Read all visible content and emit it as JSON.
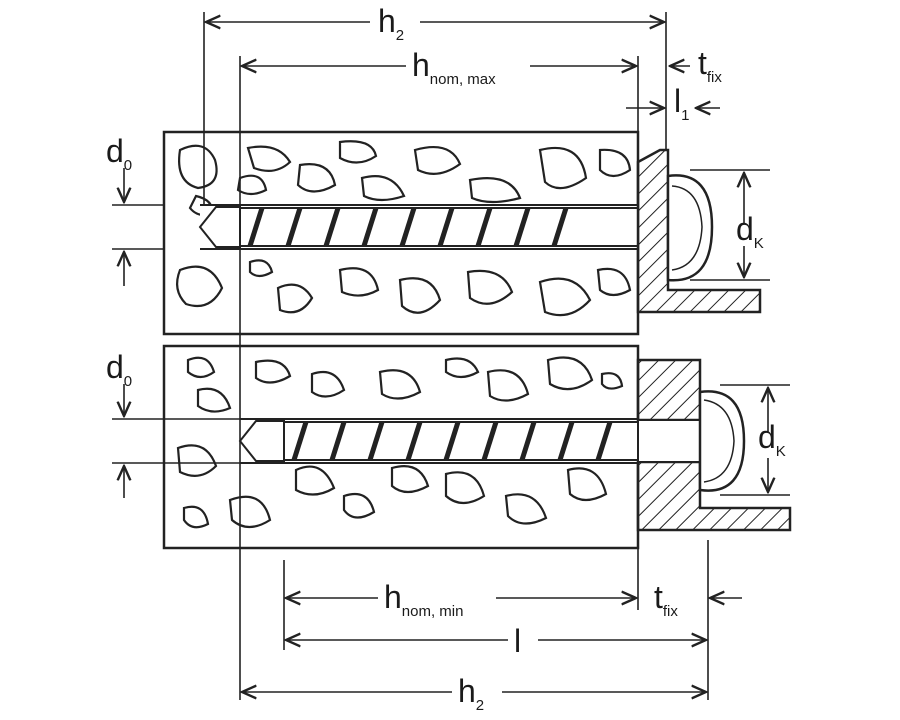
{
  "labels": {
    "h2": {
      "main": "h",
      "sub": "2"
    },
    "hnom_max": {
      "main": "h",
      "sub": "nom, max"
    },
    "tfix_top": {
      "main": "t",
      "sub": "fix"
    },
    "l1": {
      "main": "l",
      "sub": "1"
    },
    "d0_top": {
      "main": "d",
      "sub": "0"
    },
    "dk_top": {
      "main": "d",
      "sub": "K"
    },
    "d0_bottom": {
      "main": "d",
      "sub": "0"
    },
    "dk_bottom": {
      "main": "d",
      "sub": "K"
    },
    "hnom_min": {
      "main": "h",
      "sub": "nom, min"
    },
    "tfix_bottom": {
      "main": "t",
      "sub": "fix"
    },
    "l": {
      "main": "l"
    },
    "h2_bottom": {
      "main": "h",
      "sub": "2"
    }
  }
}
